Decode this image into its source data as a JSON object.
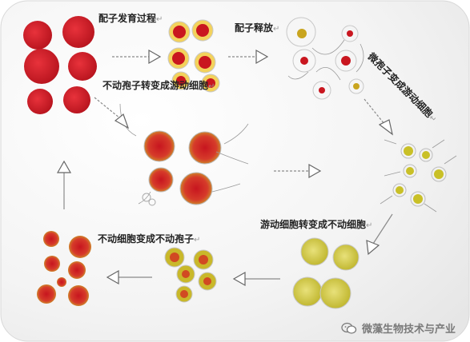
{
  "labels": {
    "gamete_dev": "配子发育过程",
    "gamete_release": "配子释放",
    "zoospore_to_motile": "微孢子变成游动细胞",
    "nonmotile_spore_to_motile": "不动孢子转变成游动细胞",
    "motile_to_nonmotile": "游动细胞转变成不动细胞",
    "nonmotile_cell_to_spore": "不动细胞变成不动孢子",
    "enter_mark": "↵"
  },
  "watermark": {
    "text": "微藻生物技术与产业",
    "icon": "wechat-icon"
  },
  "colors": {
    "red_cell": "#d41f2a",
    "red_dark": "#b0121e",
    "yellow_cell": "#c9c027",
    "yellow_light": "#e6e07a",
    "arrow_gray": "#8a8a8a"
  }
}
